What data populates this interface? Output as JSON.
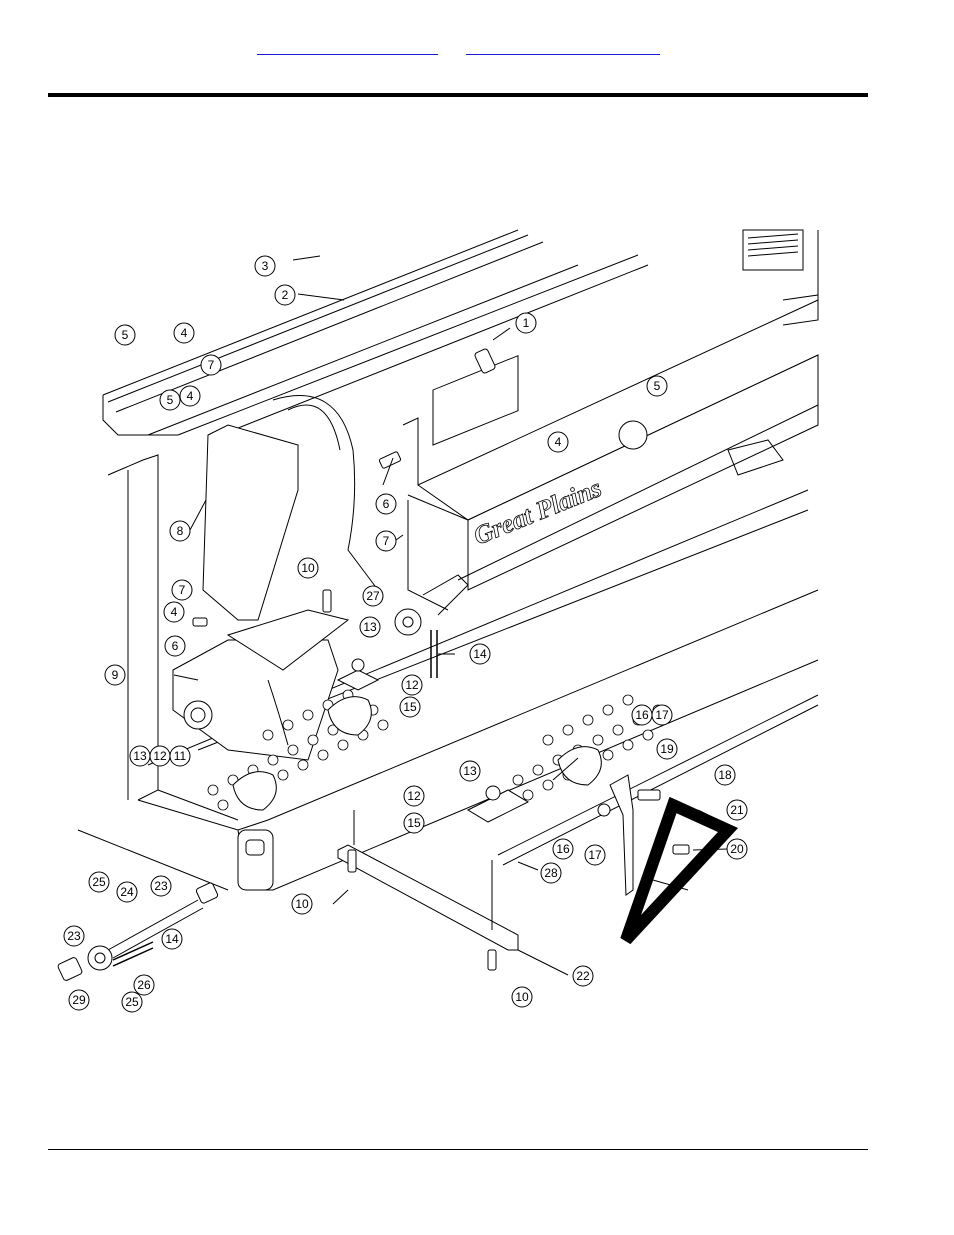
{
  "header": {
    "links": [
      {
        "label": ""
      },
      {
        "label": ""
      }
    ]
  },
  "diagram": {
    "brand_text": "Great Plains",
    "callouts": [
      {
        "id": "c1",
        "text": "1"
      },
      {
        "id": "c2",
        "text": "2"
      },
      {
        "id": "c3",
        "text": "3"
      },
      {
        "id": "c4a",
        "text": "4"
      },
      {
        "id": "c5a",
        "text": "5"
      },
      {
        "id": "c7a",
        "text": "7"
      },
      {
        "id": "c5b",
        "text": "5"
      },
      {
        "id": "c4b",
        "text": "4"
      },
      {
        "id": "c5c",
        "text": "5"
      },
      {
        "id": "c4c",
        "text": "4"
      },
      {
        "id": "c6a",
        "text": "6"
      },
      {
        "id": "c8",
        "text": "8"
      },
      {
        "id": "c7b",
        "text": "7"
      },
      {
        "id": "c10a",
        "text": "10"
      },
      {
        "id": "c27",
        "text": "27"
      },
      {
        "id": "c7c",
        "text": "7"
      },
      {
        "id": "c4d",
        "text": "4"
      },
      {
        "id": "c6b",
        "text": "6"
      },
      {
        "id": "c13a",
        "text": "13"
      },
      {
        "id": "c14a",
        "text": "14"
      },
      {
        "id": "c9",
        "text": "9"
      },
      {
        "id": "c12a",
        "text": "12"
      },
      {
        "id": "c15a",
        "text": "15"
      },
      {
        "id": "c16a",
        "text": "16"
      },
      {
        "id": "c17a",
        "text": "17"
      },
      {
        "id": "c13b",
        "text": "13"
      },
      {
        "id": "c12b",
        "text": "12"
      },
      {
        "id": "c11",
        "text": "11"
      },
      {
        "id": "c19",
        "text": "19"
      },
      {
        "id": "c13c",
        "text": "13"
      },
      {
        "id": "c18",
        "text": "18"
      },
      {
        "id": "c12c",
        "text": "12"
      },
      {
        "id": "c21",
        "text": "21"
      },
      {
        "id": "c15b",
        "text": "15"
      },
      {
        "id": "c16b",
        "text": "16"
      },
      {
        "id": "c17b",
        "text": "17"
      },
      {
        "id": "c20",
        "text": "20"
      },
      {
        "id": "c28",
        "text": "28"
      },
      {
        "id": "c25a",
        "text": "25"
      },
      {
        "id": "c23a",
        "text": "23"
      },
      {
        "id": "c24",
        "text": "24"
      },
      {
        "id": "c10b",
        "text": "10"
      },
      {
        "id": "c23b",
        "text": "23"
      },
      {
        "id": "c14b",
        "text": "14"
      },
      {
        "id": "c26",
        "text": "26"
      },
      {
        "id": "c22",
        "text": "22"
      },
      {
        "id": "c29",
        "text": "29"
      },
      {
        "id": "c25b",
        "text": "25"
      },
      {
        "id": "c10c",
        "text": "10"
      }
    ]
  }
}
